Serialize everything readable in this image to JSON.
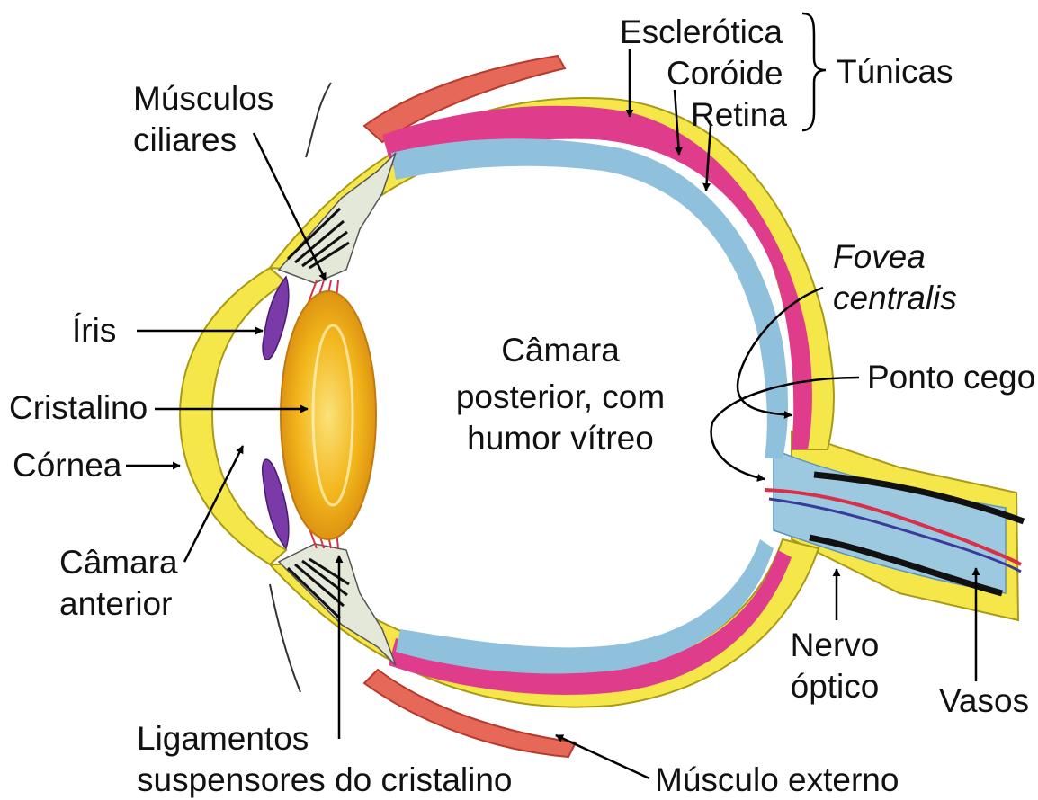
{
  "labels": {
    "esclerotica": "Esclerótica",
    "coroide": "Coróide",
    "retina": "Retina",
    "tunicas": "Túnicas",
    "musculos_ciliares": [
      "Músculos",
      "ciliares"
    ],
    "fovea": [
      "Fovea",
      "centralis"
    ],
    "iris": "Íris",
    "camara_posterior": [
      "Câmara",
      "posterior, com",
      "humor vítreo"
    ],
    "ponto_cego": "Ponto cego",
    "cristalino": "Cristalino",
    "cornea": "Córnea",
    "camara_anterior": [
      "Câmara",
      "anterior"
    ],
    "nervo_optico": [
      "Nervo",
      "óptico"
    ],
    "vasos": "Vasos",
    "ligamentos": [
      "Ligamentos",
      "suspensores do cristalino"
    ],
    "musculo_externo": "Músculo externo"
  },
  "colors": {
    "sclera": "#f5e64a",
    "sclera_edge": "#a89a16",
    "choroid": "#e03c8c",
    "retina": "#8fc0dc",
    "lens": "#f2b51a",
    "iris": "#7a3aa8",
    "muscle": "#e56858",
    "ciliary": "#e4e8d8",
    "vessel_red": "#d83048",
    "vessel_blue": "#3a3a9a"
  }
}
